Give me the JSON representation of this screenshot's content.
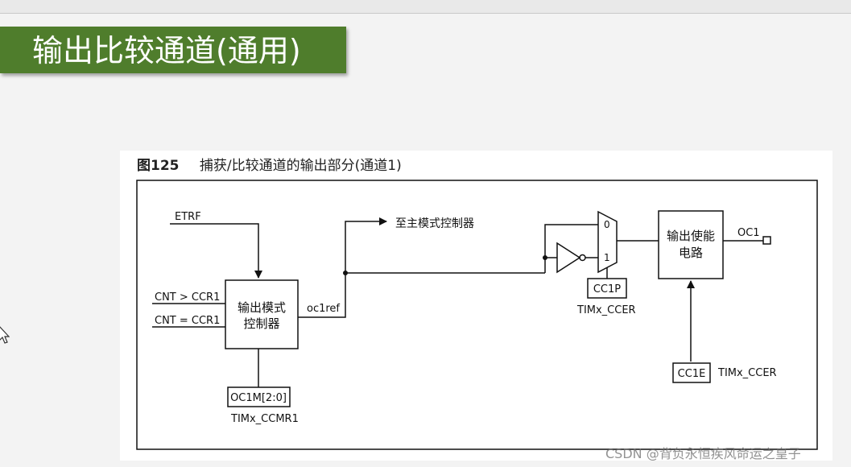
{
  "title": "输出比较通道(通用)",
  "figure": {
    "number": "图125",
    "caption": "捕获/比较通道的输出部分(通道1)"
  },
  "diagram": {
    "inputs": {
      "etrf": "ETRF",
      "cnt_gt": "CNT > CCR1",
      "cnt_eq": "CNT = CCR1"
    },
    "mode_controller": {
      "line1": "输出模式",
      "line2": "控制器",
      "output_signal": "oc1ref",
      "config_register": "OC1M[2:0]",
      "register_name": "TIMx_CCMR1"
    },
    "master_link": "至主模式控制器",
    "mux": {
      "input0": "0",
      "input1": "1",
      "select_bit": "CC1P",
      "register_name": "TIMx_CCER"
    },
    "enable_circuit": {
      "line1": "输出使能",
      "line2": "电路",
      "output": "OC1",
      "enable_bit": "CC1E",
      "register_name": "TIMx_CCER"
    }
  },
  "watermark": "CSDN @背负永恒疾风命运之皇子"
}
